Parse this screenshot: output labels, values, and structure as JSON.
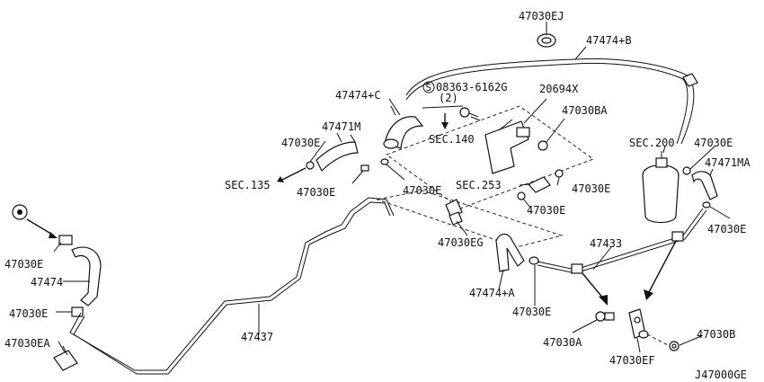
{
  "diagram_id": "J47000GE",
  "labels": {
    "l47030EJ": "47030EJ",
    "l47474B": "47474+B",
    "l08363": "08363-6162G",
    "l08363_qty": "(2)",
    "l08363_sym": "S",
    "l20694X": "20694X",
    "l47474C": "47474+C",
    "l47471M": "47471M",
    "l47030E_a": "47030E",
    "l47030BA": "47030BA",
    "lSEC140": "SEC.140",
    "lSEC200": "SEC.200",
    "l47030E_b": "47030E",
    "l47471MA": "47471MA",
    "lSEC135": "SEC.135",
    "l47030E_c": "47030E",
    "l47030E_d": "47030E",
    "lSEC253": "SEC.253",
    "l47030E_e": "47030E",
    "l47030E_f": "47030E",
    "l47030E_g": "47030E",
    "l47030EG": "47030EG",
    "l47433": "47433",
    "l47030E_h": "47030E",
    "l47474": "47474",
    "l47474A": "47474+A",
    "l47030E_i": "47030E",
    "l47030E_j": "47030E",
    "l47437": "47437",
    "l47030A": "47030A",
    "l47030B": "47030B",
    "l47030EA": "47030EA",
    "l47030EF": "47030EF"
  }
}
